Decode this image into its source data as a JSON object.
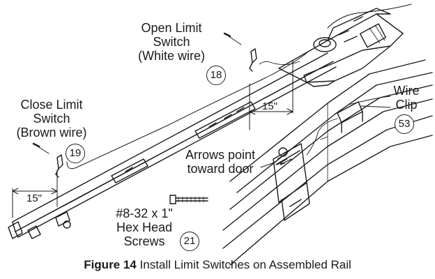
{
  "labels": {
    "open_limit": [
      "Open Limit",
      "Switch",
      "(White wire)"
    ],
    "close_limit": [
      "Close Limit",
      "Switch",
      "(Brown wire)"
    ],
    "wire_clip": [
      "Wire",
      "Clip"
    ],
    "arrows": [
      "Arrows point",
      "toward door"
    ],
    "screws": [
      "#8-32 x 1\"",
      "Hex Head",
      "Screws"
    ]
  },
  "callouts": {
    "open_limit": "18",
    "close_limit": "19",
    "screws": "21",
    "wire_clip": "53"
  },
  "dimensions": {
    "upper": "15\"",
    "lower": "15\""
  },
  "caption": {
    "figure": "Figure 14",
    "text": "Install Limit Switches on Assembled Rail"
  }
}
